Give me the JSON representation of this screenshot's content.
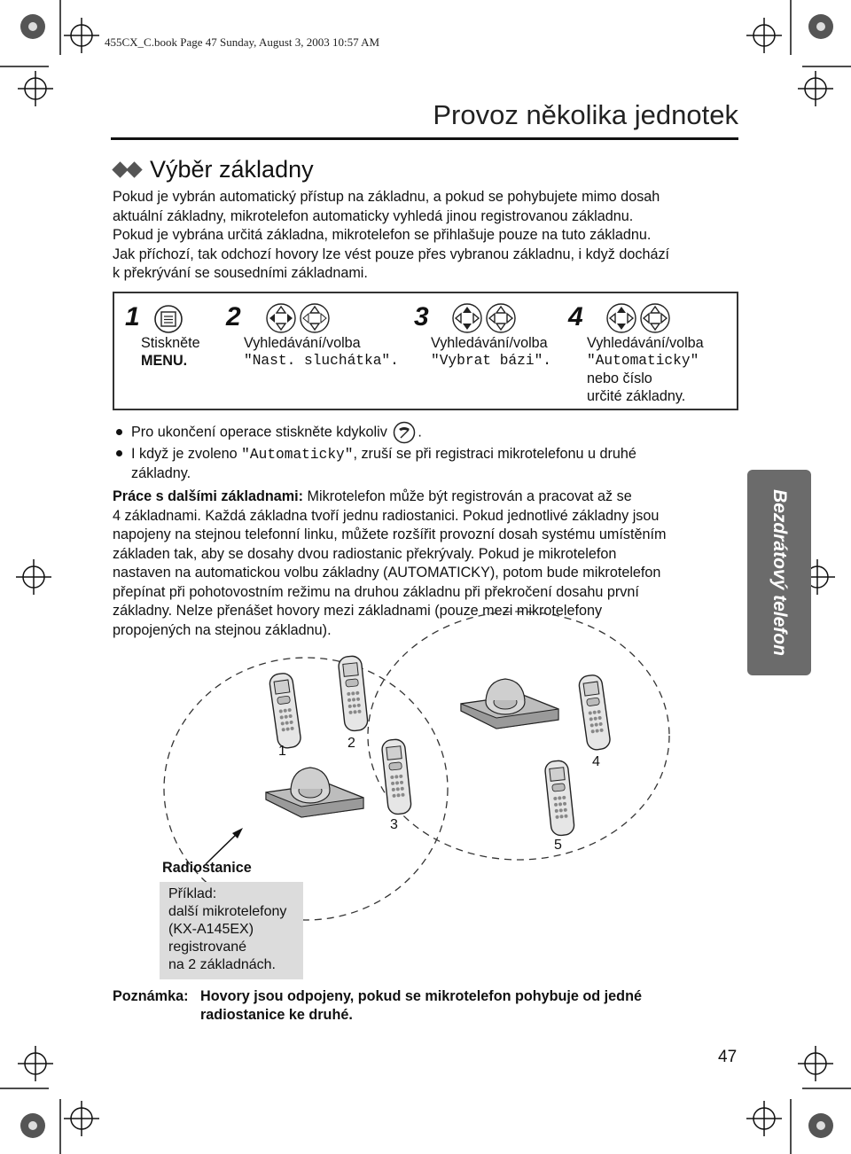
{
  "header": {
    "file_info": "455CX_C.book  Page 47  Sunday, August 3, 2003   10:57 AM"
  },
  "chapter_title": "Provoz několika jednotek",
  "section_title": "Výběr základny",
  "intro_lines": [
    "Pokud je vybrán automatický přístup na základnu, a pokud se pohybujete mimo dosah",
    "aktuální základny, mikrotelefon automaticky vyhledá jinou registrovanou základnu.",
    "Pokud je vybrána určitá základna, mikrotelefon se přihlašuje pouze na tuto základnu.",
    "Jak příchozí, tak odchozí hovory lze vést pouze přes vybranou základnu, i když dochází",
    "k překrývání se sousedními základnami."
  ],
  "steps": [
    {
      "num": "1",
      "line1": "Stiskněte",
      "line2": "MENU."
    },
    {
      "num": "2",
      "line1": "Vyhledávání/volba",
      "line2": "\"Nast. sluchátka\"."
    },
    {
      "num": "3",
      "line1": "Vyhledávání/volba",
      "line2": "\"Vybrat bázi\"."
    },
    {
      "num": "4",
      "line1": "Vyhledávání/volba",
      "line2": "\"Automaticky\"",
      "line3": "nebo číslo",
      "line4": "určité základny."
    }
  ],
  "bullets": {
    "b1": "Pro ukončení operace stiskněte kdykoliv",
    "b1_end": ".",
    "b2_pre": "I když je zvoleno ",
    "b2_mono": "\"Automaticky\"",
    "b2_post": ", zruší se při registraci mikrotelefonu u druhé",
    "b2_cont": "základny."
  },
  "multi": {
    "lead": "Práce s dalšími základnami:",
    "lines": [
      " Mikrotelefon může být registrován a pracovat až se",
      "4 základnami. Každá základna tvoří jednu radiostanici. Pokud jednotlivé základny jsou",
      "napojeny na stejnou telefonní linku, můžete rozšířit provozní dosah systému umístěním",
      "základen tak, aby se dosahy dvou radiostanic překrývaly. Pokud je mikrotelefon",
      "nastaven na automatickou volbu základny (AUTOMATICKY), potom bude mikrotelefon",
      "přepínat při pohotovostním režimu na druhou základnu při překročení dosahu první",
      "základny. Nelze přenášet hovory mezi základnami (pouze mezi mikrotelefony",
      "propojených na stejnou základnu)."
    ]
  },
  "side_tab": "Bezdrátový telefon",
  "illustration": {
    "handset_labels": [
      "1",
      "2",
      "3",
      "4",
      "5"
    ],
    "radio_label": "Radiostanice",
    "example_lines": [
      "Příklad:",
      "další mikrotelefony",
      "(KX-A145EX)",
      "registrované",
      "na 2 základnách."
    ]
  },
  "note": {
    "label": "Poznámka:",
    "line1": "Hovory jsou odpojeny, pokud se mikrotelefon pohybuje od jedné",
    "line2": "radiostanice ke druhé."
  },
  "page_number": "47"
}
